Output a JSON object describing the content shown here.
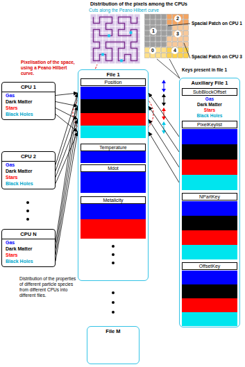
{
  "diagram": {
    "nodes": [
      {
        "text": [
          "CPU 1",
          "Gas",
          "Dark Matter",
          "Stars",
          "Black Holes"
        ]
      },
      {
        "text": [
          "CPU 2",
          "Gas",
          "Dark Matter",
          "Stars",
          "Black Holes"
        ]
      },
      {
        "text": [
          "CPU N",
          "Gas",
          "Dark Matter",
          "Stars",
          "Black Holes"
        ]
      },
      {
        "text": [
          "File 1",
          "Position",
          "Temperature",
          "Mdot",
          "Metalicity"
        ]
      },
      {
        "text": [
          "File M"
        ]
      },
      {
        "text": [
          "Auxiliary File 1",
          "SubBlockOffset",
          "Gas",
          "Dark Matter",
          "Stars",
          "Black Holes",
          "PixelKeylist",
          "NPartKey",
          "OffsetKey"
        ]
      }
    ],
    "edges": [
      {
        "from": 0,
        "to": 3,
        "arrow": "to"
      },
      {
        "from": 1,
        "to": 3,
        "arrow": "to"
      },
      {
        "from": 2,
        "to": 3,
        "arrow": "to"
      },
      {
        "from": 5,
        "to": 3,
        "arrow": "to"
      }
    ],
    "labels": [
      "Distribution of the pixels among the CPUs",
      "Cuts along the Peano Hilbert curve",
      "Spacial Patch on CPU 1",
      "Spacial Patch on CPU 3",
      "Keys present in file 1",
      "1",
      "2",
      "3",
      "0",
      "4",
      "Pixelisation of the space, using a Peano Hilbert curve.",
      "Distribution of the properties of different particle species from different CPUs into different files."
    ]
  }
}
